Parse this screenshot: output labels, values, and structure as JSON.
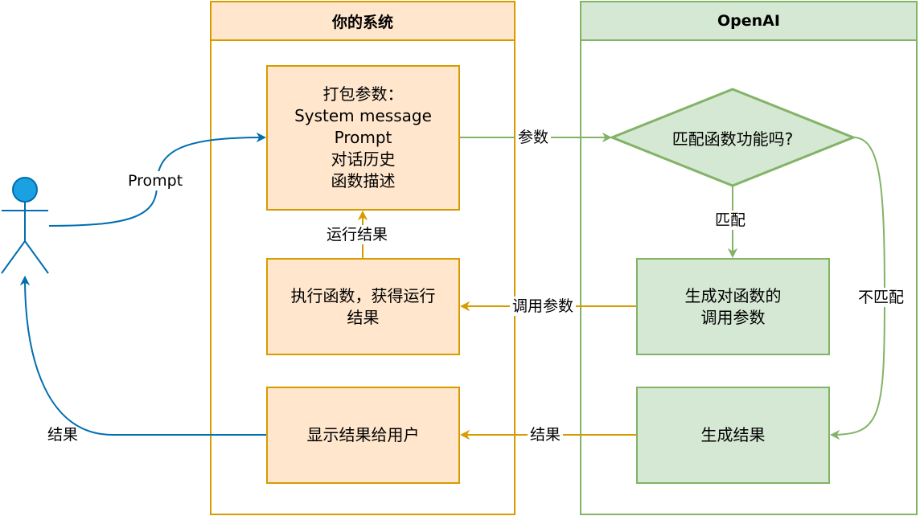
{
  "lanes": {
    "yours": {
      "title": "你的系统"
    },
    "openai": {
      "title": "OpenAI"
    }
  },
  "nodes": {
    "pack": {
      "lines": [
        "打包参数：",
        "System message",
        "Prompt",
        "对话历史",
        "函数描述"
      ]
    },
    "execute": {
      "lines": [
        "执行函数，获得运行",
        "结果"
      ]
    },
    "show": {
      "lines": [
        "显示结果给用户"
      ]
    },
    "match": {
      "text": "匹配函数功能吗?"
    },
    "generate_call": {
      "lines": [
        "生成对函数的",
        "调用参数"
      ]
    },
    "generate_result": {
      "lines": [
        "生成结果"
      ]
    }
  },
  "edges": {
    "user_to_pack": "Prompt",
    "pack_to_match": "参数",
    "match_to_generate_call": "匹配",
    "match_to_generate_result": "不匹配",
    "generate_call_to_execute": "调用参数",
    "execute_to_pack": "运行结果",
    "generate_result_to_show": "结果",
    "show_to_user": "结果"
  },
  "colors": {
    "orange_fill": "#ffe6cc",
    "orange_stroke": "#d79b00",
    "green_fill": "#d5e8d4",
    "green_stroke": "#82b366",
    "blue_stroke": "#006eaf",
    "actor_fill": "#1ba1e2"
  },
  "icons": {
    "user": "stick-figure-icon"
  }
}
